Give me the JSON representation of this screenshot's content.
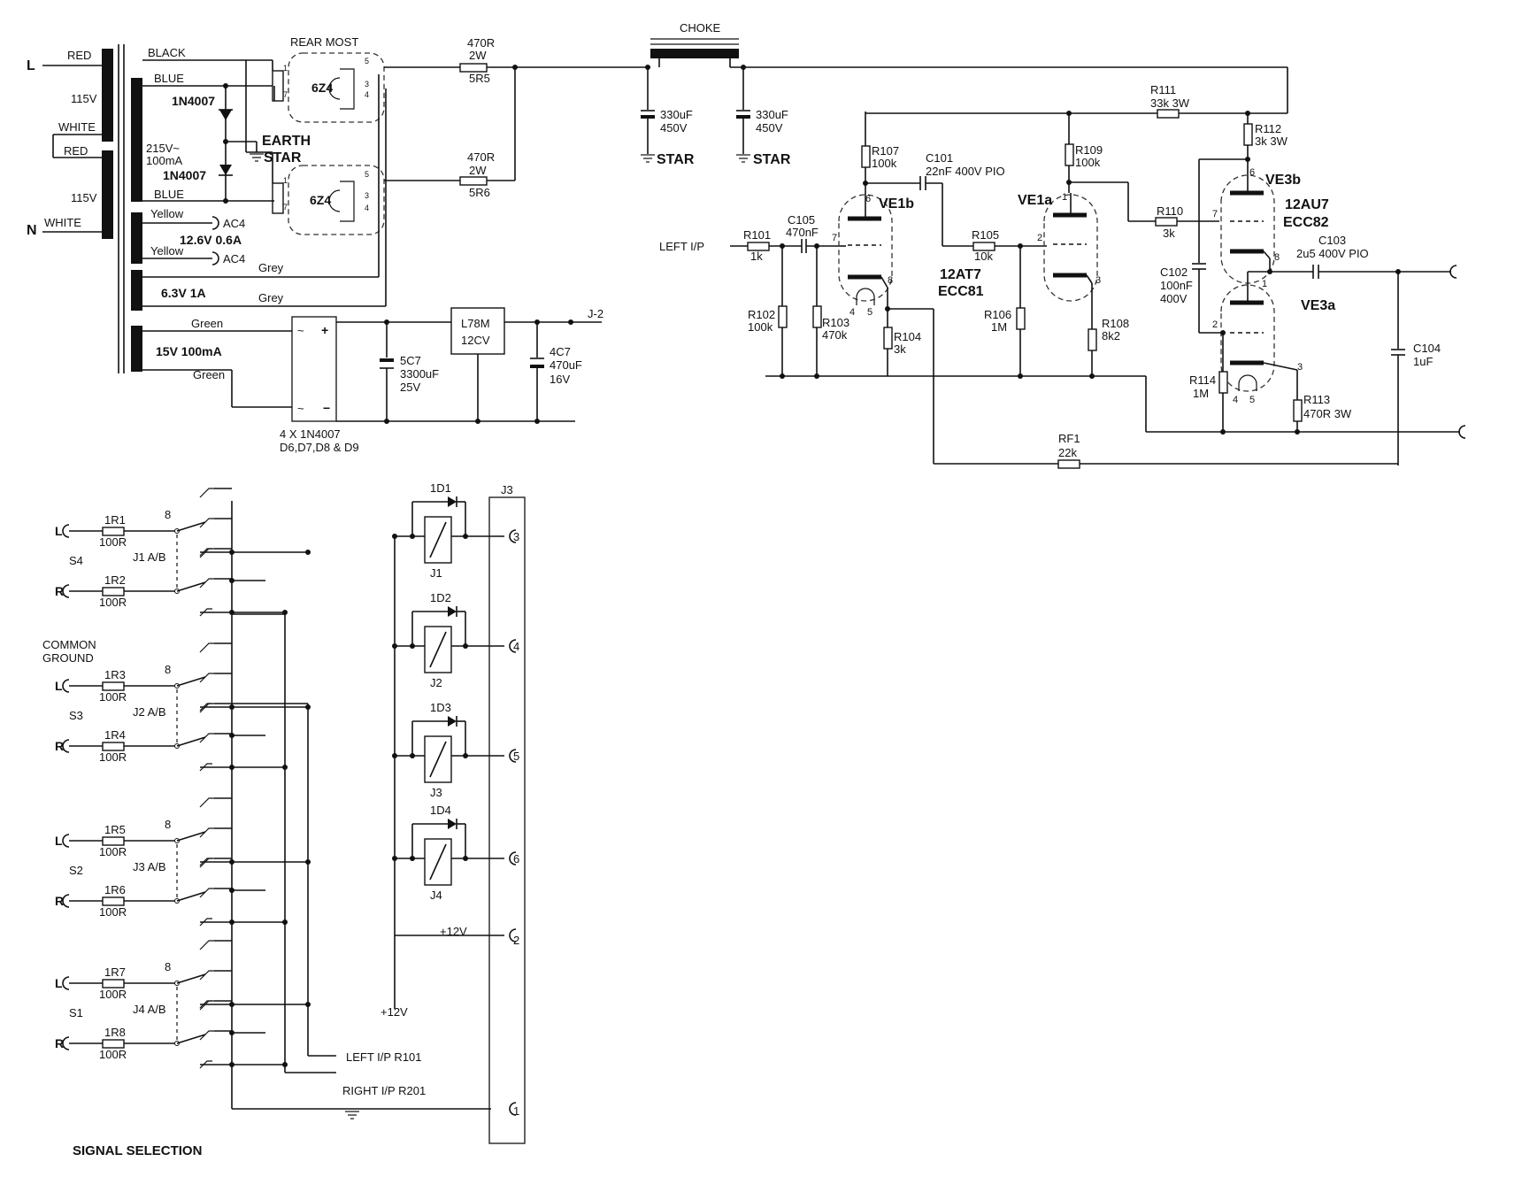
{
  "transformer": {
    "primary_L": "L",
    "primary_N": "N",
    "red1": "RED",
    "white1": "WHITE",
    "red2": "RED",
    "white2": "WHITE",
    "v1": "115V",
    "v2": "115V",
    "black": "BLACK",
    "blue1": "BLUE",
    "blue2": "BLUE",
    "hv": "215V~",
    "hv_i": "100mA",
    "yellow1": "Yellow",
    "yellow2": "Yellow",
    "heater1": "12.6V 0.6A",
    "ac4a": "AC4",
    "ac4b": "AC4",
    "grey1": "Grey",
    "grey2": "Grey",
    "heater2": "6.3V 1A",
    "green1": "Green",
    "green2": "Green",
    "lv": "15V 100mA"
  },
  "rectifier": {
    "rear_most": "REAR MOST",
    "tube1": "6Z4",
    "tube2": "6Z4",
    "d1": "1N4007",
    "d2": "1N4007",
    "earth": "EARTH",
    "star": "STAR",
    "p1": "1",
    "p7": "7",
    "p5": "5",
    "p3": "3",
    "p4": "4",
    "q1": "1",
    "q7": "7",
    "q5": "5",
    "q3": "3",
    "q4": "4"
  },
  "supply": {
    "r_top": "470R",
    "r_top_w": "2W",
    "r_top_id": "5R5",
    "r_bot": "470R",
    "r_bot_w": "2W",
    "r_bot_id": "5R6",
    "choke": "CHOKE",
    "c1": "330uF",
    "c1v": "450V",
    "c2": "330uF",
    "c2v": "450V",
    "star1": "STAR",
    "star2": "STAR",
    "bridge": "4 X 1N4007",
    "bridge_ids": "D6,D7,D8 & D9",
    "c5": "5C7",
    "c5v": "3300uF",
    "c5vv": "25V",
    "reg": "L78M",
    "reg2": "12CV",
    "c4": "4C7",
    "c4v": "470uF",
    "c4vv": "16V",
    "j2": "J-2",
    "plus": "+",
    "minus": "−",
    "tilde1": "~",
    "tilde2": "~"
  },
  "amp": {
    "left_ip": "LEFT I/P",
    "R101": "R101",
    "R101v": "1k",
    "C105": "C105",
    "C105v": "470nF",
    "R102": "R102",
    "R102v": "100k",
    "R103": "R103",
    "R103v": "470k",
    "R104": "R104",
    "R104v": "3k",
    "R107": "R107",
    "R107v": "100k",
    "C101": "C101",
    "C101v": "22nF 400V PIO",
    "R105": "R105",
    "R105v": "10k",
    "R106": "R106",
    "R106v": "1M",
    "R108": "R108",
    "R108v": "8k2",
    "R109": "R109",
    "R109v": "100k",
    "R110": "R110",
    "R110v": "3k",
    "R111": "R111",
    "R111v": "33k 3W",
    "R112": "R112",
    "R112v": "3k 3W",
    "C102": "C102",
    "C102v": "100nF",
    "C102vv": "400V",
    "C103": "C103",
    "C103v": "2u5 400V  PIO",
    "C104": "C104",
    "C104v": "1uF",
    "R113": "R113",
    "R113v": "470R 3W",
    "R114": "R114",
    "R114v": "1M",
    "RF1": "RF1",
    "RF1v": "22k",
    "VE1b": "VE1b",
    "VE1a": "VE1a",
    "VE3b": "VE3b",
    "VE3a": "VE3a",
    "t12at7": "12AT7",
    "ecc81": "ECC81",
    "t12au7": "12AU7",
    "ecc82": "ECC82",
    "pins": {
      "p6a": "6",
      "p7a": "7",
      "p8a": "8",
      "p4a": "4",
      "p5a": "5",
      "p1b": "1",
      "p2b": "2",
      "p3b": "3",
      "p6c": "6",
      "p7c": "7",
      "p8c": "8",
      "p1d": "1",
      "p2d": "2",
      "p3d": "3",
      "p4d": "4",
      "p5d": "5"
    }
  },
  "selection": {
    "title": "SIGNAL SELECTION",
    "common_ground": [
      "COMMON",
      "GROUND"
    ],
    "groups": [
      {
        "s": "S4",
        "j": "J1 A/B",
        "r1": "1R1",
        "r2": "1R2"
      },
      {
        "s": "S3",
        "j": "J2 A/B",
        "r1": "1R3",
        "r2": "1R4"
      },
      {
        "s": "S2",
        "j": "J3 A/B",
        "r1": "1R5",
        "r2": "1R6"
      },
      {
        "s": "S1",
        "j": "J4 A/B",
        "r1": "1R7",
        "r2": "1R8"
      }
    ],
    "rval": "100R",
    "L": "L",
    "R": "R",
    "pin8": "8",
    "left_out": "LEFT I/P  R101",
    "right_out": "RIGHT I/P  R201",
    "relays": [
      {
        "d": "1D1",
        "j": "J1",
        "pin": "3"
      },
      {
        "d": "1D2",
        "j": "J2",
        "pin": "4"
      },
      {
        "d": "1D3",
        "j": "J3",
        "pin": "5"
      },
      {
        "d": "1D4",
        "j": "J4",
        "pin": "6"
      }
    ],
    "plus12a": "+12V",
    "plus12b": "+12V",
    "pin2": "2",
    "pin1": "1",
    "conn": "J3"
  }
}
